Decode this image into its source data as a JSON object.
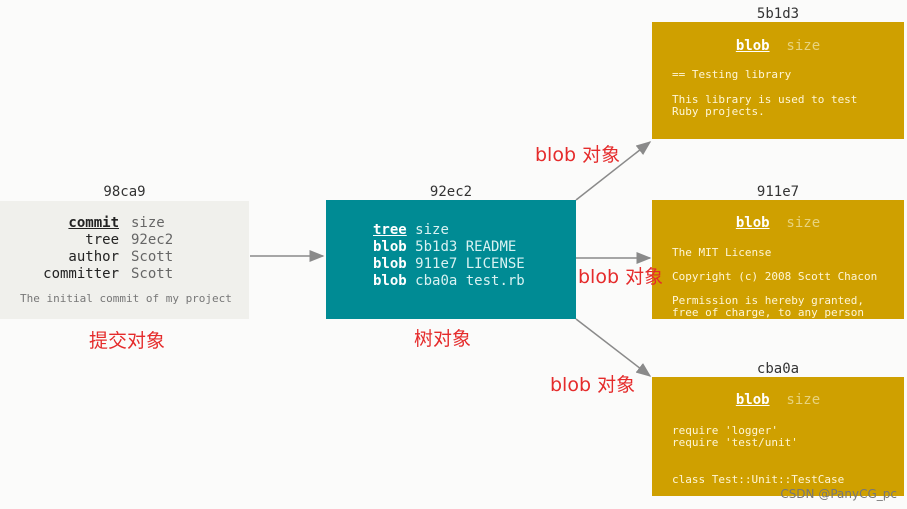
{
  "commit": {
    "hash": "98ca9",
    "rows": [
      {
        "key": "commit",
        "val": "size"
      },
      {
        "key": "tree",
        "val": "92ec2"
      },
      {
        "key": "author",
        "val": "Scott"
      },
      {
        "key": "committer",
        "val": "Scott"
      }
    ],
    "message": "The initial commit of my project",
    "caption": "提交对象"
  },
  "tree": {
    "hash": "92ec2",
    "header": {
      "kw": "tree",
      "val": "size"
    },
    "entries": [
      {
        "kw": "blob",
        "val": "5b1d3 README"
      },
      {
        "kw": "blob",
        "val": "911e7 LICENSE"
      },
      {
        "kw": "blob",
        "val": "cba0a test.rb"
      }
    ],
    "caption": "树对象"
  },
  "blobs": [
    {
      "hash": "5b1d3",
      "kw": "blob",
      "size": "size",
      "lines": [
        "== Testing library",
        "",
        "This library is used to test",
        "Ruby projects."
      ]
    },
    {
      "hash": "911e7",
      "kw": "blob",
      "size": "size",
      "lines": [
        "The MIT License",
        "",
        "Copyright (c) 2008 Scott Chacon",
        "",
        "Permission is hereby granted,",
        "free of charge, to any person"
      ]
    },
    {
      "hash": "cba0a",
      "kw": "blob",
      "size": "size",
      "lines": [
        "require 'logger'",
        "require 'test/unit'",
        "",
        "",
        "class Test::Unit::TestCase"
      ]
    }
  ],
  "edge_labels": [
    "blob 对象",
    "blob 对象",
    "blob 对象"
  ],
  "watermark": "CSDN @PanyCG_pc",
  "colors": {
    "commit_bg": "#f0f0ec",
    "tree_bg": "#008b94",
    "blob_bg": "#cfa000",
    "label_red": "#e52b2b"
  }
}
